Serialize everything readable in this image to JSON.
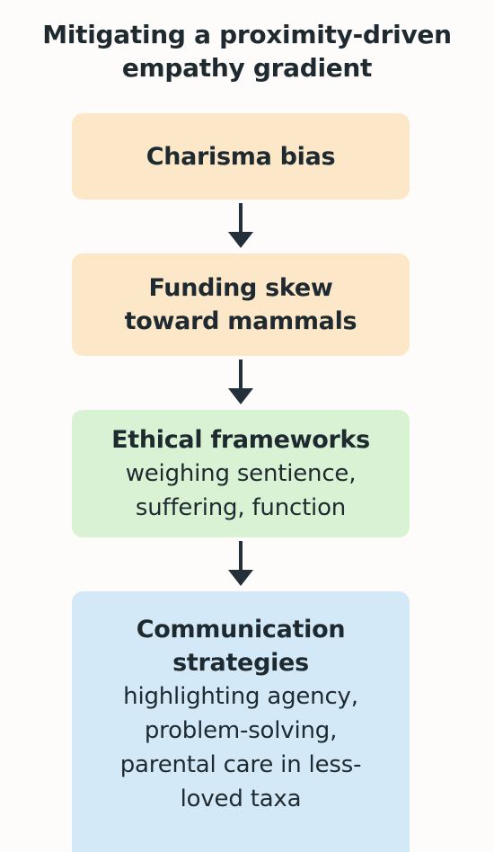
{
  "title": {
    "line1": "Mitigating a proximity-driven",
    "line2": "empathy gradient"
  },
  "colors": {
    "orange_box": "#fce8c8",
    "green_box": "#daf2d4",
    "blue_box": "#d4e9f7",
    "arrow": "#23303a",
    "text": "#1f2a30"
  },
  "nodes": [
    {
      "lines": [
        {
          "text": "Charisma bias",
          "weight": "bold"
        }
      ]
    },
    {
      "lines": [
        {
          "text": "Funding skew",
          "weight": "bold"
        },
        {
          "text": "toward mammals",
          "weight": "bold"
        }
      ]
    },
    {
      "lines": [
        {
          "text": "Ethical frameworks",
          "weight": "bold"
        },
        {
          "text": "weighing sentience,",
          "weight": "light"
        },
        {
          "text": "suffering, function",
          "weight": "light"
        }
      ]
    },
    {
      "lines": [
        {
          "text": "Communication",
          "weight": "bold"
        },
        {
          "text": "strategies",
          "weight": "bold"
        },
        {
          "text": "highlighting agency,",
          "weight": "light"
        },
        {
          "text": "problem-solving,",
          "weight": "light"
        },
        {
          "text": "parental care in less-",
          "weight": "light"
        },
        {
          "text": "loved taxa",
          "weight": "light"
        }
      ]
    }
  ],
  "edges": [
    {
      "from": 0,
      "to": 1
    },
    {
      "from": 1,
      "to": 2
    },
    {
      "from": 2,
      "to": 3
    }
  ]
}
